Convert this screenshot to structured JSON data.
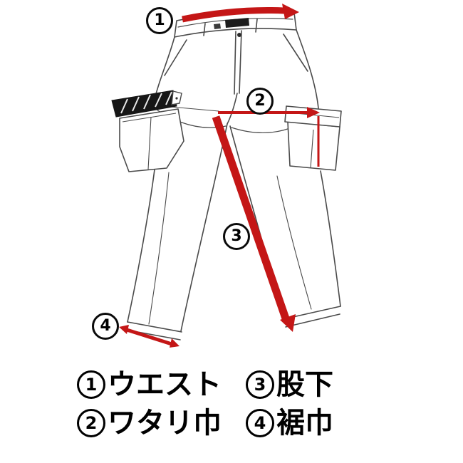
{
  "figure": {
    "subject": "pants measurement diagram",
    "colors": {
      "arrow": "#c41616",
      "outline": "#4a4a4a",
      "pocket_flap": "#161616",
      "text": "#000000",
      "background": "#ffffff"
    },
    "callouts": [
      {
        "num": "1",
        "measure": "ウエスト"
      },
      {
        "num": "2",
        "measure": "ワタリ巾"
      },
      {
        "num": "3",
        "measure": "股下"
      },
      {
        "num": "4",
        "measure": "裾巾"
      }
    ]
  },
  "legend": {
    "items": [
      {
        "num": "1",
        "label": "ウエスト"
      },
      {
        "num": "3",
        "label": "股下"
      },
      {
        "num": "2",
        "label": "ワタリ巾"
      },
      {
        "num": "4",
        "label": "裾巾"
      }
    ]
  }
}
